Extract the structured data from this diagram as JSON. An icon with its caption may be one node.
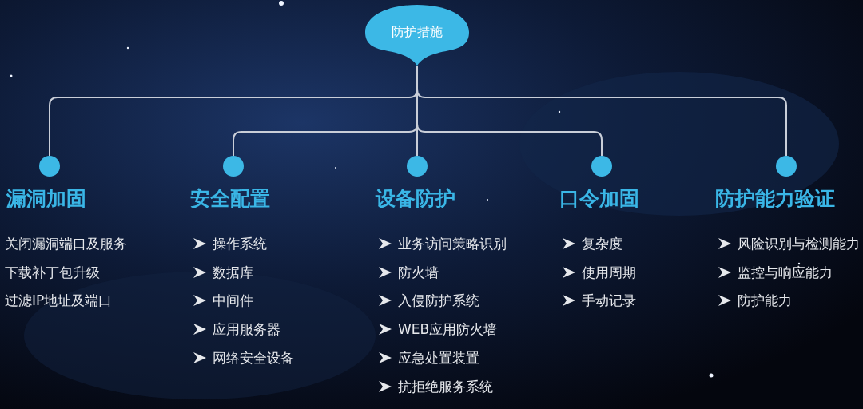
{
  "diagram": {
    "nodes": [
      {
        "text": [
          "防护措施"
        ]
      },
      {
        "text": [],
        "shape": "circle",
        "beside": [
          "漏洞加固",
          "关闭漏洞端口及服务",
          "下载补丁包升级",
          "过滤IP地址及端口"
        ]
      },
      {
        "text": [],
        "shape": "circle",
        "beside": [
          "安全配置",
          "操作系统",
          "数据库",
          "中间件",
          "应用服务器",
          "网络安全设备"
        ]
      },
      {
        "text": [],
        "shape": "circle",
        "beside": [
          "设备防护",
          "业务访问策略识别",
          "防火墙",
          "入侵防护系统",
          "WEB应用防火墙",
          "应急处置装置",
          "抗拒绝服务系统"
        ]
      },
      {
        "text": [],
        "shape": "circle",
        "beside": [
          "口令加固",
          "复杂度",
          "使用周期",
          "手动记录"
        ]
      },
      {
        "text": [],
        "shape": "circle",
        "beside": [
          "防护能力验证",
          "风险识别与检测能力",
          "监控与响应能力",
          "防护能力"
        ]
      }
    ],
    "edges": [
      {
        "from": 0,
        "to": 1,
        "arrow": "none"
      },
      {
        "from": 0,
        "to": 2,
        "arrow": "none"
      },
      {
        "from": 0,
        "to": 3,
        "arrow": "none"
      },
      {
        "from": 0,
        "to": 4,
        "arrow": "none"
      },
      {
        "from": 0,
        "to": 5,
        "arrow": "none"
      }
    ]
  }
}
